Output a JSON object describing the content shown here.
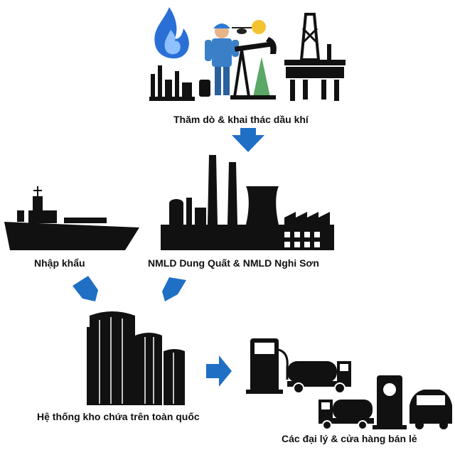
{
  "stages": {
    "exploration": "Thăm dò & khai thác dầu khí",
    "import": "Nhập khẩu",
    "refineries": "NMLD Dung Quất & NMLD Nghi Sơn",
    "storage": "Hệ thống kho chứa trên toàn quốc",
    "retail": "Các đại lý & cửa hàng bán lẻ"
  },
  "icons": {
    "gas-flame": "gas-flame-icon",
    "refinery-small": "refinery-small-icon",
    "oil-worker": "oil-worker-icon",
    "pumpjack": "pumpjack-icon",
    "oil-rig": "offshore-oil-rig-icon",
    "helicopter": "helicopter-icon",
    "sun": "sun-icon",
    "tanker-ship": "tanker-ship-icon",
    "factory": "refinery-factory-icon",
    "storage-tanks": "storage-tanks-icon",
    "fuel-pump": "fuel-pump-icon",
    "tanker-truck": "tanker-truck-icon",
    "car": "car-icon"
  },
  "colors": {
    "arrow": "#1f6fc5",
    "icon_dark": "#111111",
    "flame": "#2a6fd6",
    "sun": "#f4c430",
    "tree": "#5aa866"
  }
}
